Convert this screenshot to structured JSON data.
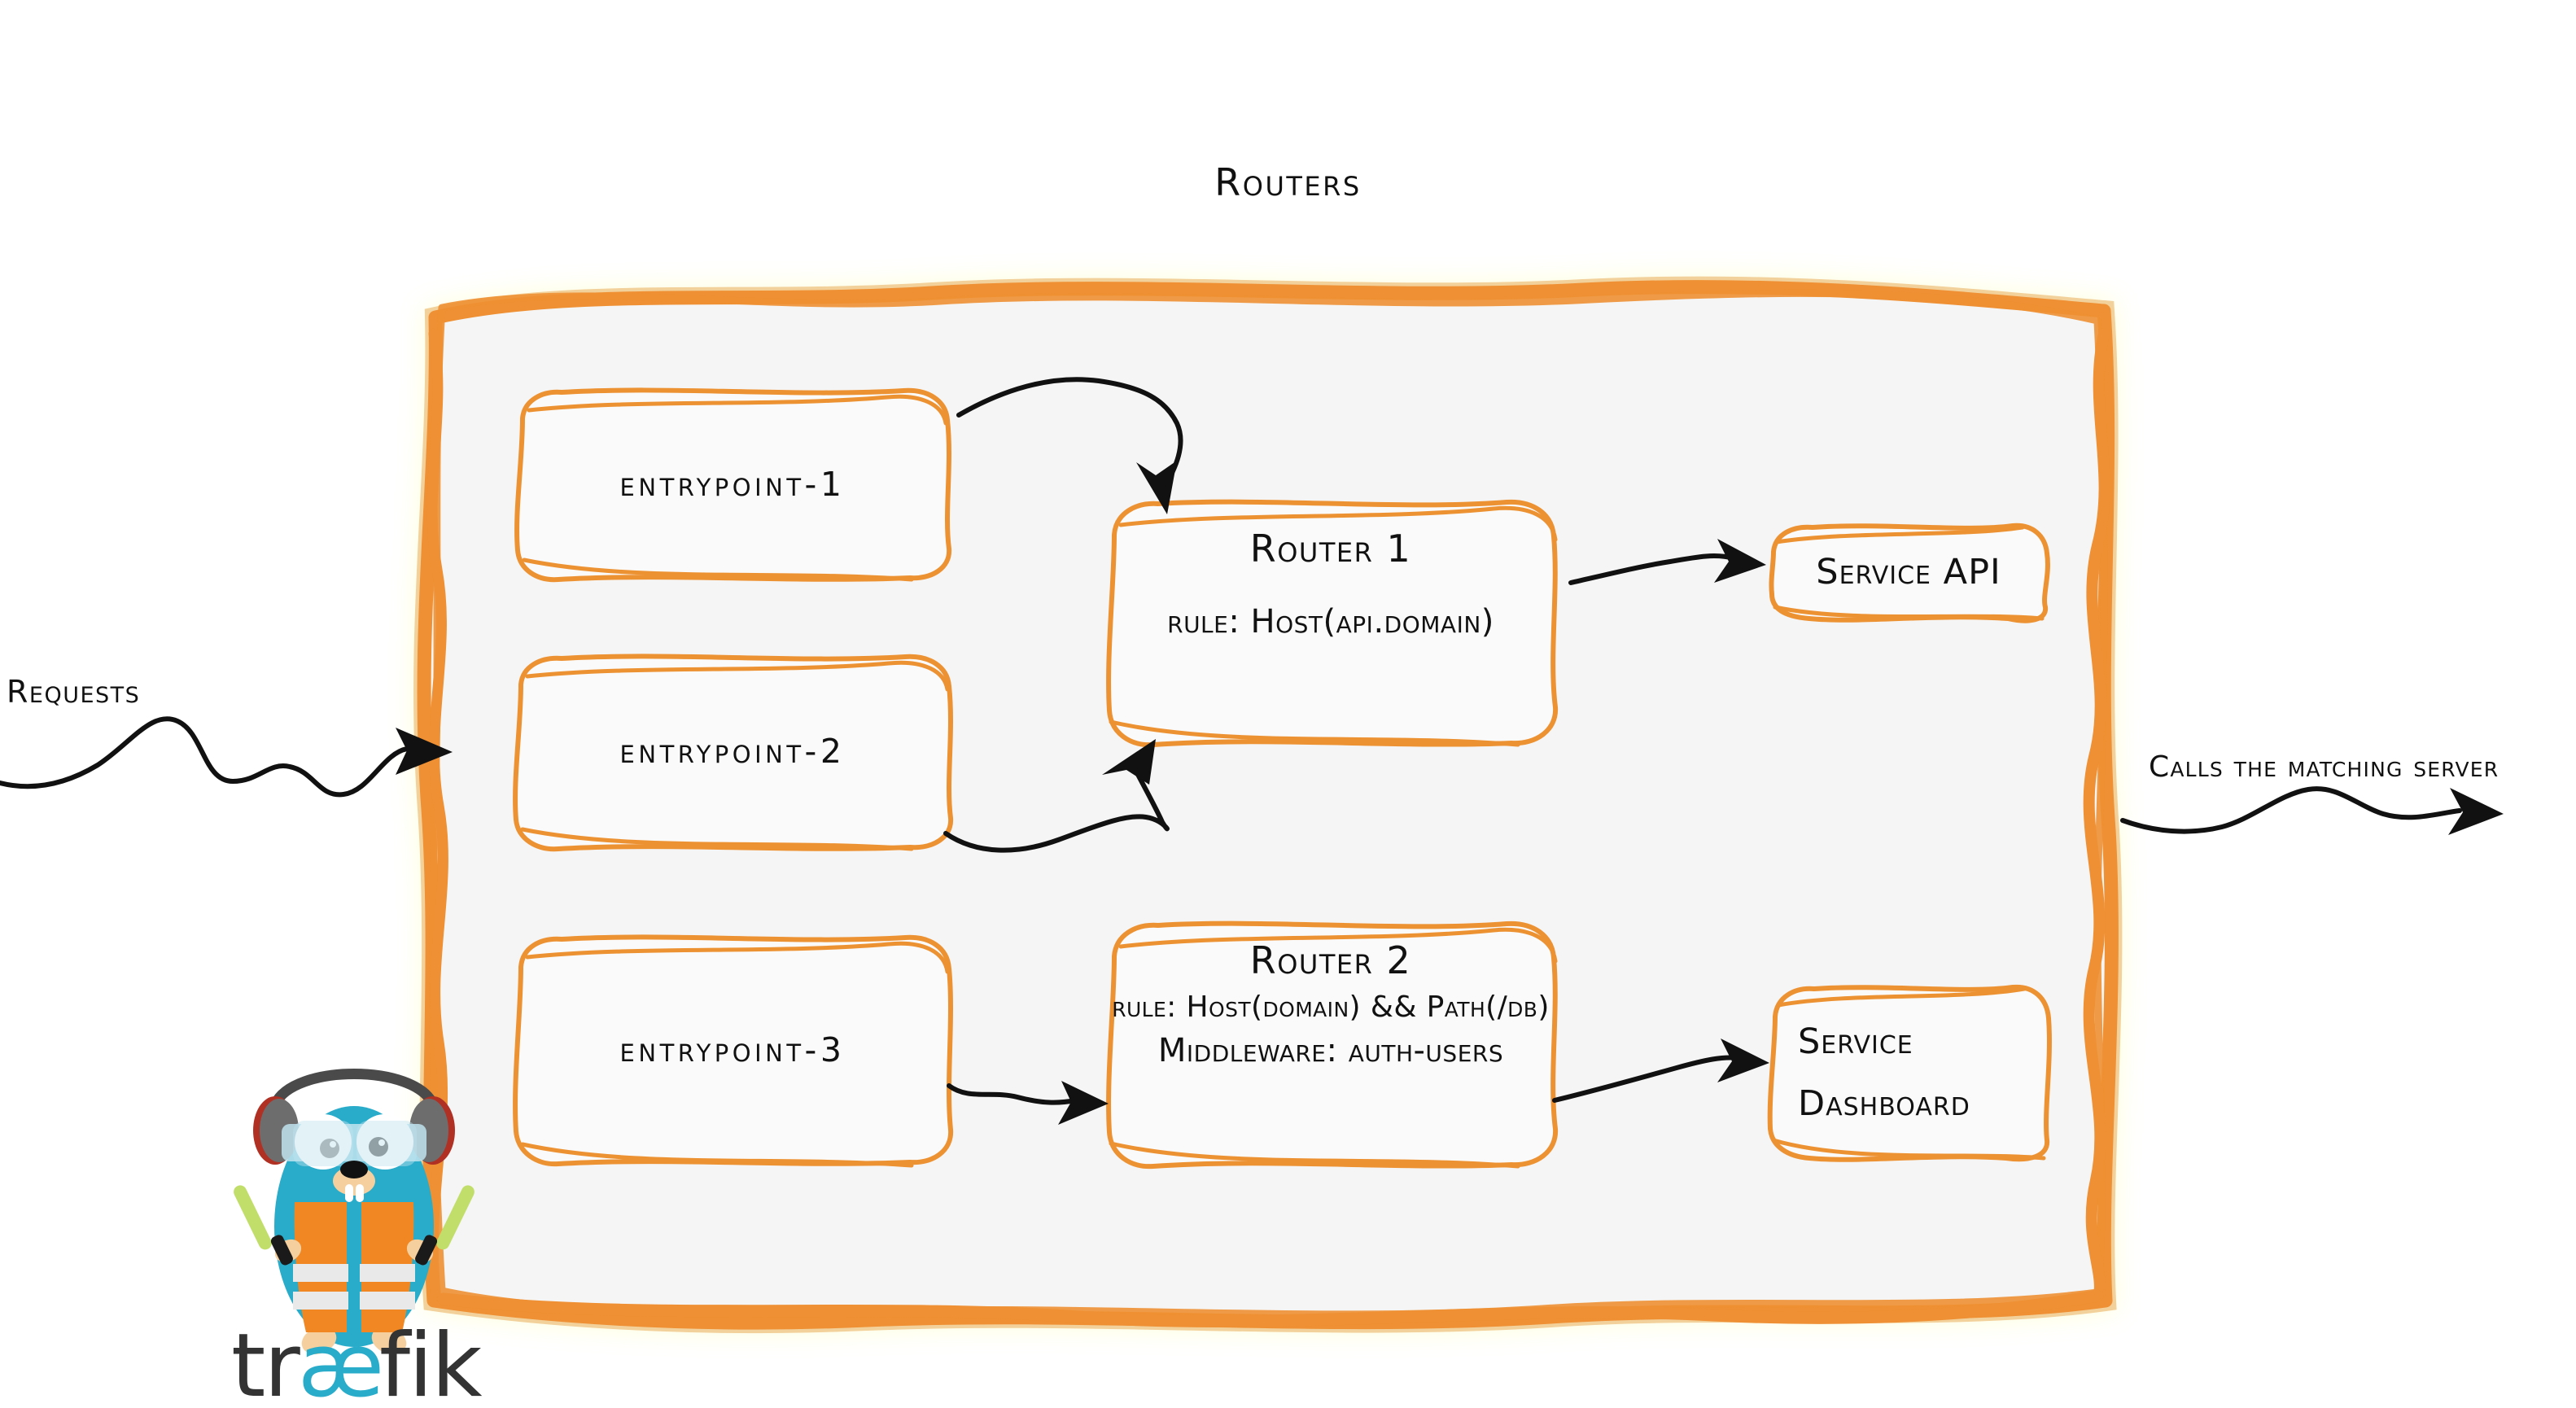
{
  "diagram": {
    "title": "Routers",
    "entrypoints": [
      {
        "label": "entrypoint-1"
      },
      {
        "label": "entrypoint-2"
      },
      {
        "label": "entrypoint-3"
      }
    ],
    "routers": [
      {
        "title": "Router 1",
        "rule": "rule: Host(api.domain)"
      },
      {
        "title": "Router 2",
        "rule": "rule: Host(domain) && Path(/db)",
        "middleware": "Middleware: auth-users"
      }
    ],
    "services": [
      {
        "line1": "Service API",
        "line2": ""
      },
      {
        "line1": "Service",
        "line2": "Dashboard"
      }
    ],
    "annotations": {
      "incoming": "Requests",
      "outgoing": "Calls the matching server"
    },
    "logo": {
      "wordmark_part1": "tr",
      "wordmark_ligature": "æ",
      "wordmark_part2": "fik"
    },
    "colors": {
      "brand_orange": "#EE9033",
      "panel_fill": "#F5F5F5",
      "ink": "#111111",
      "gopher_body": "#29ABCA",
      "vest_orange": "#F08722",
      "wand_green": "#C2DE6A",
      "wordmark_dark": "#333333",
      "wordmark_cyan": "#29ABCA"
    }
  }
}
